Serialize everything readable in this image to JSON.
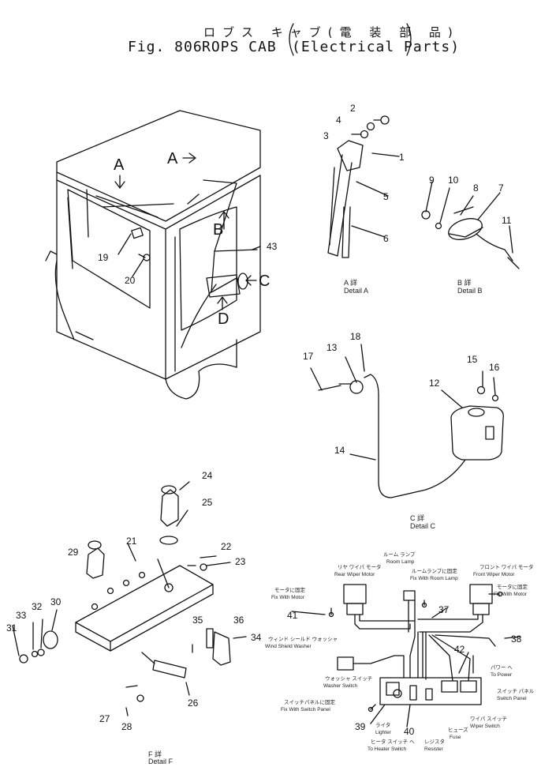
{
  "title": {
    "jp": "ロブス キャブ(電 装 部 品)",
    "fig": "Fig. 806",
    "name": "ROPS CAB",
    "subtitle": "(Electrical Parts)"
  },
  "details": {
    "a": {
      "jp": "A 詳",
      "label": "Detail A"
    },
    "b": {
      "jp": "B 詳",
      "label": "Detail B"
    },
    "c": {
      "jp": "C 詳",
      "label": "Detail C"
    },
    "f": {
      "jp": "F 詳",
      "label": "Detail F"
    }
  },
  "view_letters": [
    "A",
    "A",
    "B",
    "C",
    "D"
  ],
  "callouts": [
    "1",
    "2",
    "3",
    "4",
    "5",
    "6",
    "7",
    "8",
    "9",
    "10",
    "11",
    "12",
    "13",
    "14",
    "15",
    "16",
    "17",
    "18",
    "19",
    "20",
    "21",
    "22",
    "23",
    "24",
    "25",
    "26",
    "27",
    "28",
    "29",
    "30",
    "31",
    "32",
    "33",
    "34",
    "35",
    "36",
    "37",
    "38",
    "39",
    "40",
    "41",
    "42",
    "43"
  ],
  "wiring": {
    "rear_wiper_motor": {
      "jp": "リヤ ワイパ モータ",
      "en": "Rear Wiper Motor"
    },
    "room_lamp": {
      "jp": "ルーム ランプ",
      "en": "Room Lamp"
    },
    "front_wiper_motor": {
      "jp": "フロント ワイパ モータ",
      "en": "Front Wiper Motor"
    },
    "fix_with_motor_left": {
      "jp": "モータに固定",
      "en": "Fix With Motor"
    },
    "fix_with_room_lamp": {
      "jp": "ルームランプに固定",
      "en": "Fix With Room Lamp"
    },
    "fix_with_motor_right": {
      "jp": "モータに固定",
      "en": "Fix With Motor"
    },
    "wind_shield_washer": {
      "jp": "ウィンド シールド ウォッシャ",
      "en": "Wind Shield Washer"
    },
    "to_power": {
      "jp": "パワー へ",
      "en": "To Power"
    },
    "washer_switch": {
      "jp": "ウォッシャ スイッチ",
      "en": "Washer Switch"
    },
    "switch_panel": {
      "jp": "スイッチ パネル",
      "en": "Switch Panel"
    },
    "fix_with_switch_panel": {
      "jp": "スイッチパネルに固定",
      "en": "Fix With Switch Panel"
    },
    "wiper_switch": {
      "jp": "ワイパ スイッチ",
      "en": "Wiper Switch"
    },
    "fuse": {
      "jp": "ヒューズ",
      "en": "Fuse"
    },
    "lighter": {
      "jp": "ライタ",
      "en": "Lighter"
    },
    "to_heater_switch": {
      "jp": "ヒータ スイッチ へ",
      "en": "To Heater Switch"
    },
    "resistor": {
      "jp": "レジスタ",
      "en": "Resister"
    }
  }
}
